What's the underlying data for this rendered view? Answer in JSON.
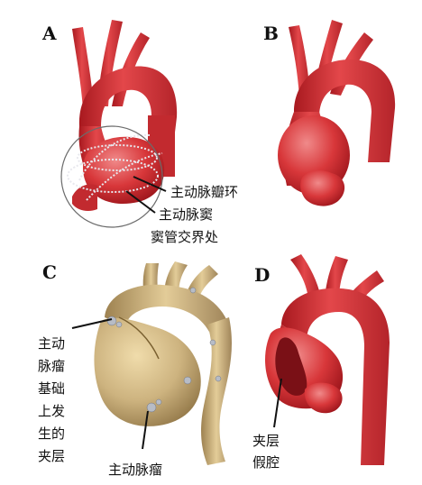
{
  "panels": {
    "a": {
      "letter": "A",
      "labels": [
        "主动脉瓣环",
        "主动脉窦",
        "窦管交界处"
      ]
    },
    "b": {
      "letter": "B"
    },
    "c": {
      "letter": "C",
      "label_dissection_lines": [
        "主动",
        "脉瘤",
        "基础",
        "上发",
        "生的",
        "夹层"
      ],
      "label_aneurysm": "主动脉瘤"
    },
    "d": {
      "letter": "D",
      "label_false_lumen_lines": [
        "夹层",
        "假腔"
      ]
    }
  },
  "colors": {
    "aorta_red": "#d8373a",
    "aorta_dark": "#a8191f",
    "aorta_light": "#f07f7f",
    "vessel_tan": "#cdb37f",
    "vessel_tan_dark": "#8f7445",
    "calcification": "#b7bcc6",
    "false_lumen": "#7a1016"
  }
}
